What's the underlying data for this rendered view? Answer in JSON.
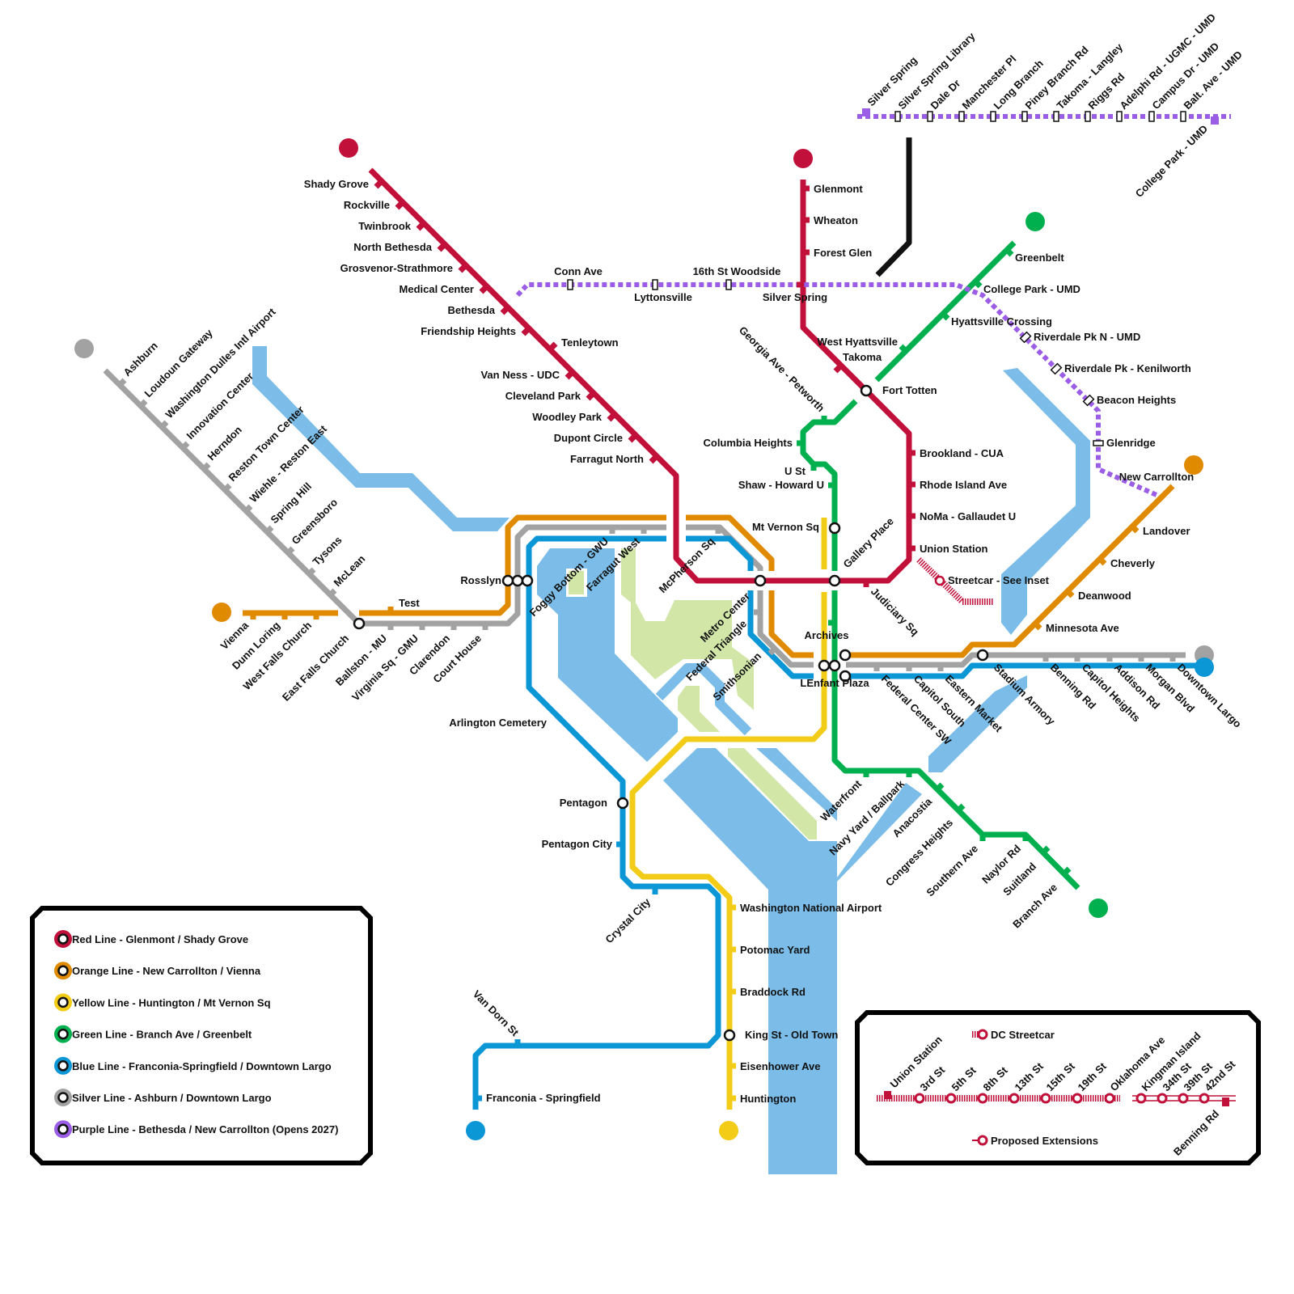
{
  "colors": {
    "red": "#c1103a",
    "orange": "#e08a00",
    "yellow": "#f2cc17",
    "green": "#00b04f",
    "blue": "#0b96d6",
    "silver": "#a2a2a2",
    "purple": "#9b5de5",
    "water": "#7bbde8",
    "park": "#d2e6a8"
  },
  "lines": {
    "red": {
      "stations": [
        "Shady Grove",
        "Rockville",
        "Twinbrook",
        "North Bethesda",
        "Grosvenor-Strathmore",
        "Medical Center",
        "Bethesda",
        "Friendship Heights",
        "Tenleytown",
        "Van Ness - UDC",
        "Cleveland Park",
        "Woodley Park",
        "Dupont Circle",
        "Farragut North",
        "Judiciary Sq",
        "Union Station",
        "NoMa - Gallaudet U",
        "Rhode Island Ave",
        "Brookland - CUA",
        "Takoma",
        "Silver Spring",
        "Forest Glen",
        "Wheaton",
        "Glenmont"
      ]
    },
    "orange": {
      "stations": [
        "Vienna",
        "Dunn Loring",
        "West Falls Church",
        "Test",
        "Minnesota Ave",
        "Deanwood",
        "Cheverly",
        "Landover",
        "New Carrollton"
      ]
    },
    "silver": {
      "stations": [
        "Ashburn",
        "Loudoun Gateway",
        "Washington Dulles Intl Airport",
        "Innovation Center",
        "Herndon",
        "Reston Town Center",
        "Wiehle - Reston East",
        "Spring Hill",
        "Greensboro",
        "Tysons",
        "McLean",
        "Ballston - MU",
        "Virginia Sq - GMU",
        "Clarendon",
        "Court House",
        "Foggy Bottom - GWU",
        "Farragut West",
        "McPherson Sq",
        "Federal Triangle",
        "Smithsonian",
        "Federal Center SW",
        "Capitol South",
        "Eastern Market",
        "Benning Rd",
        "Capitol Heights",
        "Addison Rd",
        "Morgan Blvd",
        "Downtown Largo"
      ]
    },
    "blue": {
      "stations": [
        "Arlington Cemetery",
        "Pentagon City",
        "Crystal City",
        "Van Dorn St",
        "Franconia - Springfield"
      ]
    },
    "yellow": {
      "stations": [
        "Washington National Airport",
        "Potomac Yard",
        "Braddock Rd",
        "Eisenhower Ave",
        "Huntington"
      ]
    },
    "green": {
      "stations": [
        "Greenbelt",
        "College Park - UMD",
        "Hyattsville Crossing",
        "West Hyattsville",
        "Georgia Ave - Petworth",
        "Columbia Heights",
        "U St",
        "Shaw - Howard U",
        "Archives",
        "Waterfront",
        "Navy Yard / Ballpark",
        "Anacostia",
        "Congress Heights",
        "Southern Ave",
        "Naylor Rd",
        "Suitland",
        "Branch Ave"
      ]
    },
    "purple_north": {
      "stations": [
        "Silver Spring",
        "Silver Spring Library",
        "Dale Dr",
        "Manchester Pl",
        "Long Branch",
        "Piney Branch Rd",
        "Takoma - Langley",
        "Riggs Rd",
        "Adelphi Rd - UGMC - UMD",
        "Campus Dr - UMD",
        "Balt. Ave - UMD",
        "College Park - UMD"
      ]
    },
    "purple_south": {
      "stations": [
        "Conn Ave",
        "Lyttonsville",
        "16th St Woodside",
        "Riverdale Pk N - UMD",
        "Riverdale Pk - Kenilworth",
        "Beacon Heights",
        "Glenridge"
      ]
    }
  },
  "transfers": [
    "Rosslyn",
    "Metro Center",
    "Gallery Place",
    "Fort Totten",
    "LEnfant Plaza",
    "East Falls Church",
    "Stadium Armory",
    "Pentagon",
    "King St - Old Town",
    "Mt Vernon Sq"
  ],
  "streetcar_label": "Streetcar - See Inset",
  "legend": [
    {
      "color": "red",
      "label": "Red Line - Glenmont / Shady Grove"
    },
    {
      "color": "orange",
      "label": "Orange Line - New Carrollton / Vienna"
    },
    {
      "color": "yellow",
      "label": "Yellow Line - Huntington / Mt Vernon Sq"
    },
    {
      "color": "green",
      "label": "Green Line - Branch Ave / Greenbelt"
    },
    {
      "color": "blue",
      "label": "Blue Line - Franconia-Springfield / Downtown Largo"
    },
    {
      "color": "silver",
      "label": "Silver Line - Ashburn / Downtown Largo"
    },
    {
      "color": "purple",
      "label": "Purple Line - Bethesda / New Carrollton (Opens 2027)"
    }
  ],
  "inset": {
    "legend_streetcar": "DC Streetcar",
    "legend_proposed": "Proposed Extensions",
    "streetcar_stations": [
      "Union Station",
      "3rd St",
      "5th St",
      "8th St",
      "13th St",
      "15th St",
      "19th St",
      "Oklahoma Ave"
    ],
    "proposed_stations": [
      "Kingman Island",
      "34th St",
      "39th St",
      "42nd St",
      "Benning Rd"
    ]
  }
}
